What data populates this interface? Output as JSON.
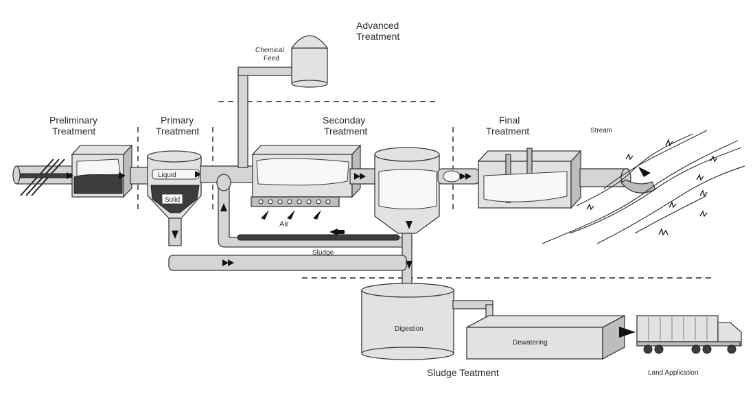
{
  "stages": {
    "preliminary": {
      "line1": "Preliminary",
      "line2": "Treatment"
    },
    "primary": {
      "line1": "Primary",
      "line2": "Treatment"
    },
    "secondary": {
      "line1": "Seconday",
      "line2": "Treatment"
    },
    "advanced": {
      "line1": "Advanced",
      "line2": "Treatment"
    },
    "final": {
      "line1": "Final",
      "line2": "Treatment"
    },
    "sludge": {
      "title": "Sludge Teatment"
    }
  },
  "labels": {
    "chemical_feed_1": "Chemical",
    "chemical_feed_2": "Feed",
    "liquid": "Liquid",
    "solid": "Solid",
    "air": "Air",
    "sludge": "Sludge",
    "stream": "Stream",
    "digestion": "Digestion",
    "dewatering": "Dewatering",
    "land_application": "Land  Application"
  }
}
